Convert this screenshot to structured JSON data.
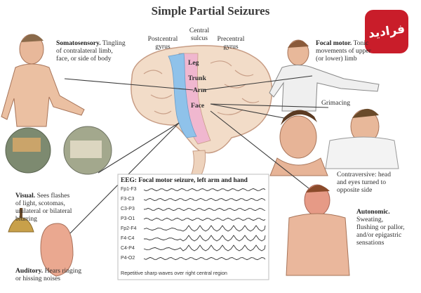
{
  "title": "Simple Partial Seizures",
  "logo_text": "فرادید",
  "brain_labels": {
    "postcentral": [
      "Postcentral",
      "gyrus"
    ],
    "central": [
      "Central",
      "sulcus"
    ],
    "precentral": [
      "Precentral",
      "gyrus"
    ],
    "regions": [
      "Leg",
      "Trunk",
      "Arm",
      "Face"
    ]
  },
  "somatosensory": {
    "head": "Somatosensory.",
    "lines": [
      " Tingling",
      "of contralateral limb,",
      "face, or side of body"
    ]
  },
  "focal_motor": {
    "head": "Focal motor.",
    "lines": [
      " Tonic",
      "movements of upper",
      "(or lower) limb"
    ]
  },
  "grimacing": "Grimacing",
  "contraversive": [
    "Contraversive: head",
    "and eyes turned to",
    "opposite side"
  ],
  "autonomic": {
    "head": "Autonomic.",
    "lines": [
      "Sweating,",
      "flushing or pallor,",
      "and/or epigastric",
      "sensations"
    ]
  },
  "visual": {
    "head": "Visual.",
    "lines": [
      " Sees flashes",
      "of light, scotomas,",
      "unilateral or bilateral",
      "blurring"
    ]
  },
  "auditory": {
    "head": "Auditory.",
    "lines": [
      " Hears ringing",
      "or hissing noises"
    ]
  },
  "eeg": {
    "title": "EEG: Focal motor seizure, left arm and hand",
    "channels": [
      "Fp1-F3",
      "F3-C3",
      "C3-P3",
      "P3-O1",
      "Fp2-F4",
      "F4-C4",
      "C4-P4",
      "P4-O2"
    ],
    "caption": "Repetitive sharp waves over right central region"
  },
  "colors": {
    "leg_region": "#8fc2ea",
    "face_region": "#f0b7cf",
    "brain": "#f2dcc8",
    "logo": "#c91d2a"
  }
}
